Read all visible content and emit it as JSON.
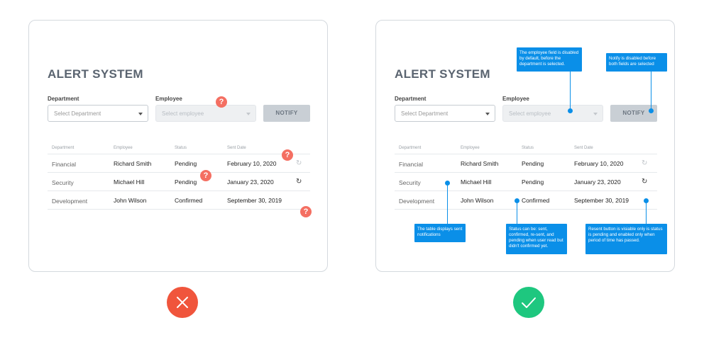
{
  "app_title": "ALERT SYSTEM",
  "form": {
    "department_label": "Department",
    "department_placeholder": "Select Department",
    "employee_label": "Employee",
    "employee_placeholder": "Select employee",
    "notify_label": "NOTIFY"
  },
  "table": {
    "headers": [
      "Department",
      "Employee",
      "Status",
      "Sent Date"
    ],
    "rows": [
      {
        "department": "Financial",
        "employee": "Richard Smith",
        "status": "Pending",
        "sent_date": "February 10, 2020",
        "resend": "disabled"
      },
      {
        "department": "Security",
        "employee": "Michael Hill",
        "status": "Pending",
        "sent_date": "January 23, 2020",
        "resend": "enabled"
      },
      {
        "department": "Development",
        "employee": "John Wilson",
        "status": "Confirmed",
        "sent_date": "September 30, 2019",
        "resend": "hidden"
      }
    ]
  },
  "question_mark": "?",
  "callouts": {
    "employee_disabled": "The employee field is disabled by default, before the department is selected.",
    "notify_disabled": "Notify is disabled before both fields are selected",
    "table_purpose": "The table displays sent notifications",
    "status_values": "Status can be: sent, confirmed, re-sent, and pending when user read but didn't confirmed yet.",
    "resend_rule": "Resent button is visiable only is status is pending and enabled only when period of time has passed."
  },
  "colors": {
    "accent_blue": "#0a8fe8",
    "question_red": "#f46f62",
    "bad_badge": "#f0553c",
    "good_badge": "#1ec77f"
  },
  "icons": {
    "resend": "refresh-icon",
    "bad": "x-icon",
    "good": "check-icon"
  }
}
